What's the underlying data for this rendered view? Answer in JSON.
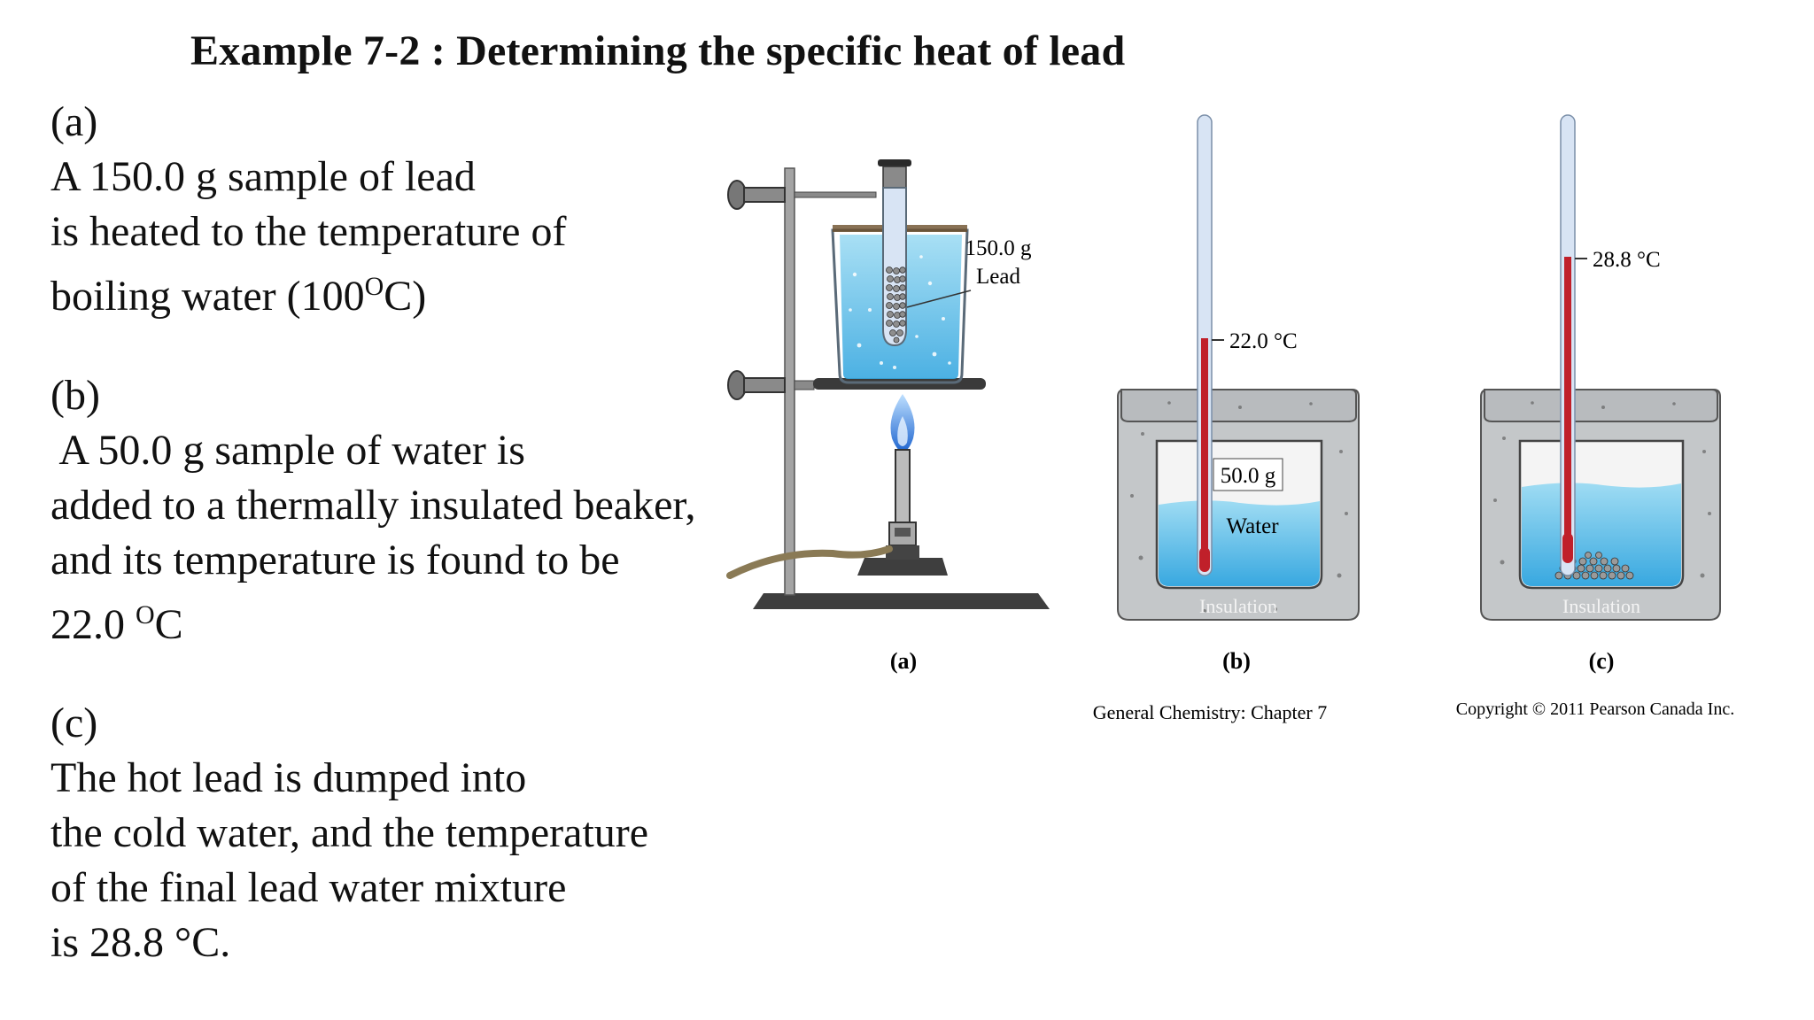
{
  "title": "Example 7-2 : Determining the specific heat of lead",
  "para_a": {
    "label": "(a)",
    "line1": "A 150.0 g sample of lead",
    "line2": "is heated to the temperature of",
    "line3_pre": "boiling water (100",
    "line3_sup": "O",
    "line3_post": "C)"
  },
  "para_b": {
    "label": "(b)",
    "line1": " A 50.0 g sample of water is",
    "line2": "added to a thermally insulated beaker,",
    "line3": "and its temperature is found to be",
    "line4_pre": "22.0 ",
    "line4_sup": "O",
    "line4_post": "C"
  },
  "para_c": {
    "label": "(c)",
    "line1": "The hot lead is dumped into",
    "line2": "the cold water, and the temperature",
    "line3": "of the final lead water mixture",
    "line4": "is 28.8 °C."
  },
  "figure": {
    "panel_a": {
      "lead_label_line1": "150.0 g",
      "lead_label_line2": "Lead",
      "caption": "(a)"
    },
    "panel_b": {
      "temp_label": "22.0 °C",
      "mass_label": "50.0 g",
      "water_label": "Water",
      "insulation_label": "Insulation",
      "caption": "(b)"
    },
    "panel_c": {
      "temp_label": "28.8 °C",
      "insulation_label": "Insulation",
      "caption": "(c)"
    },
    "source_left": "General Chemistry: Chapter 7",
    "source_right": "Copyright © 2011 Pearson Canada Inc."
  },
  "colors": {
    "water": "#7fd0ee",
    "insulation": "#bfc2c4",
    "thermometer_red": "#c0202a",
    "thermometer_glass": "#d8e4f4",
    "flame": "#2f7be0",
    "stand": "#5a5a5a"
  }
}
